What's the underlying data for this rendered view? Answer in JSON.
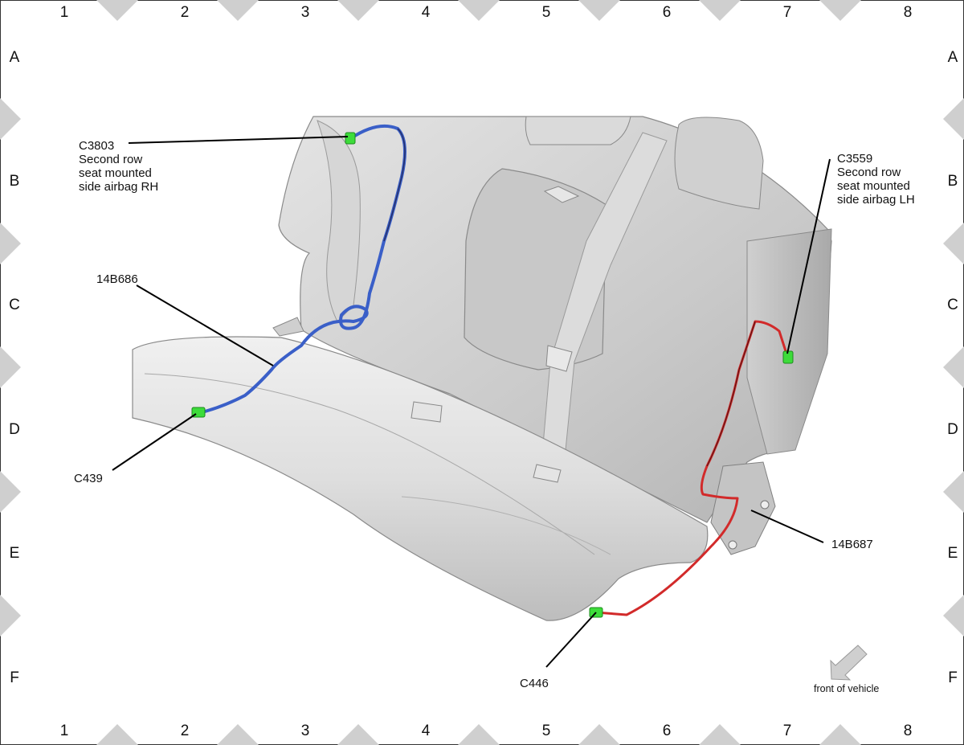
{
  "grid": {
    "columns": [
      "1",
      "2",
      "3",
      "4",
      "5",
      "6",
      "7",
      "8"
    ],
    "rows": [
      "A",
      "B",
      "C",
      "D",
      "E",
      "F"
    ]
  },
  "callouts": {
    "c3803": {
      "code": "C3803",
      "lines": [
        "Second row",
        "seat mounted",
        "side airbag RH"
      ]
    },
    "c3559": {
      "code": "C3559",
      "lines": [
        "Second row",
        "seat mounted",
        "side airbag LH"
      ]
    },
    "h14b686": {
      "code": "14B686"
    },
    "h14b687": {
      "code": "14B687"
    },
    "c439": {
      "code": "C439"
    },
    "c446": {
      "code": "C446"
    }
  },
  "orientation": {
    "label": "front of vehicle",
    "icon": "arrow-down-left-icon"
  },
  "colors": {
    "harness_rh": "#3a5fc8",
    "harness_lh": "#d22a2a",
    "connector": "#3ddc3a",
    "seat": "#d8d8d8"
  }
}
